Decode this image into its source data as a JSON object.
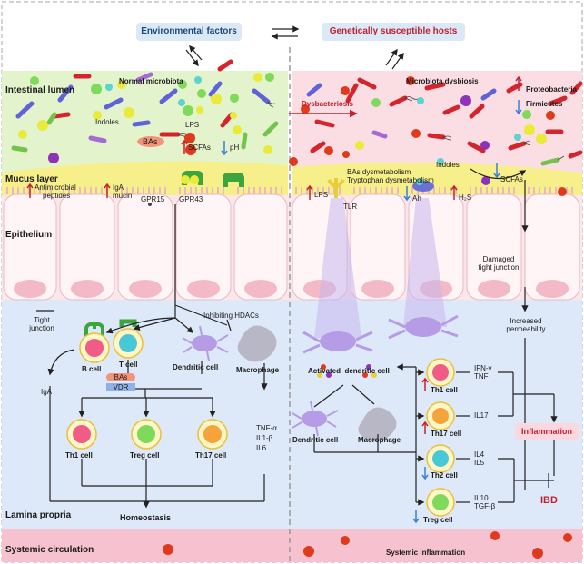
{
  "top": {
    "env_factors": "Environmental factors",
    "genetic_hosts": "Genetically susceptible hosts"
  },
  "regions": {
    "intestinal_lumen": "Intestinal lumen",
    "mucus_layer": "Mucus layer",
    "epithelium": "Epithelium",
    "lamina_propria": "Lamina propria",
    "systemic_circulation": "Systemic circulation"
  },
  "left": {
    "normal_microbiota": "Normal microbiota",
    "indoles": "Indoles",
    "bas": "BAs",
    "lps": "LPS",
    "scfas": "SCFAs",
    "ph": "pH",
    "antimicrobial_peptides": [
      "Antimicrobial",
      "peptides"
    ],
    "iga_mucin": [
      "IgA",
      "mucin"
    ],
    "gpr15": "GPR15",
    "gpr43": "GPR43",
    "tight_junction": [
      "Tight",
      "junction"
    ],
    "inhibiting_hdacs": "Inhibiting HDACs",
    "b_cell": "B cell",
    "t_cell": "T cell",
    "dendritic_cell": "Dendritic cell",
    "macrophage": "Macrophage",
    "bas2": "BAs",
    "vdr": "VDR",
    "iga": "IgA",
    "th1": "Th1 cell",
    "treg": "Treg cell",
    "th17": "Th17 cell",
    "cytokines": [
      "TNF-α",
      "IL1-β",
      "IL6"
    ],
    "homeostasis": "Homeostasis"
  },
  "right": {
    "dysbacteriosis": "Dysbacteriosis",
    "microbiota_dysbiosis": "Microbiota dysbiosis",
    "proteobacteria": "Proteobacteria",
    "firmicutes": "Firmicutes",
    "lps": "LPS",
    "tlr": "TLR",
    "bas_dysmet": "BAs dysmetabolism",
    "trp_dysmet": "Tryptophan dysmetabolism",
    "indoles": "Indoles",
    "ah": "Ah",
    "h2s": "H₂S",
    "scfas": "SCFAs",
    "damaged_tj": [
      "Damaged",
      "tight junction"
    ],
    "increased_perm": [
      "Increased",
      "permeability"
    ],
    "activated_dc": "Activated  dendritic cell",
    "dendritic_cell": "Dendritic cell",
    "macrophage": "Macrophage",
    "th1": "Th1 cell",
    "th17": "Th17 cell",
    "th2": "Th2 cell",
    "treg": "Treg cell",
    "th1_cytokines": [
      "IFN-γ",
      "TNF"
    ],
    "th17_cytokines": [
      "IL17"
    ],
    "th2_cytokines": [
      "IL4",
      "IL5"
    ],
    "treg_cytokines": [
      "IL10",
      "TGF-β"
    ],
    "inflammation": "Inflammation",
    "ibd": "IBD",
    "systemic_inflammation": "Systemic inflammation"
  },
  "colors": {
    "lumen_left": "#e3f3cc",
    "lumen_right": "#fbdde4",
    "mucus": "#f6ef8a",
    "lamina": "#dde9f8",
    "systemic": "#f7c2cf",
    "accent_red": "#d7283c",
    "accent_blue": "#3a7fd8",
    "box_blue": "#dbe8f6"
  }
}
